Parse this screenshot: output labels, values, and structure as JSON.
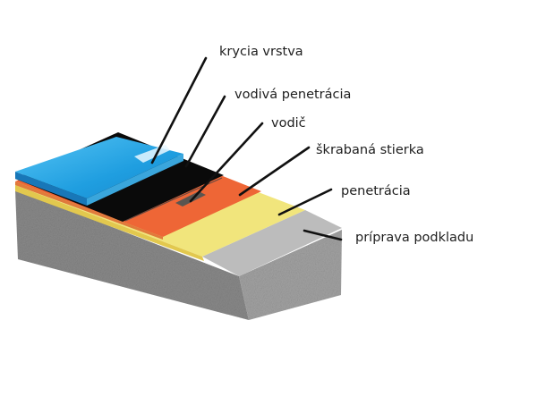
{
  "labels": {
    "top_coat": "krycia vrstva",
    "conductive_primer": "vodivá penetrácia",
    "conductor": "vodič",
    "scraped_screed": "škrabaná stierka",
    "primer": "penetrácia",
    "substrate_prep": "príprava podkladu"
  },
  "colors": {
    "top_coat": "#2aa8e8",
    "conductive_primer": "#0a0a0a",
    "scraped_screed": "#ef6a3a",
    "primer": "#f1e57c",
    "substrate": "#bdbdbd",
    "concrete": "#8e8e8e"
  }
}
